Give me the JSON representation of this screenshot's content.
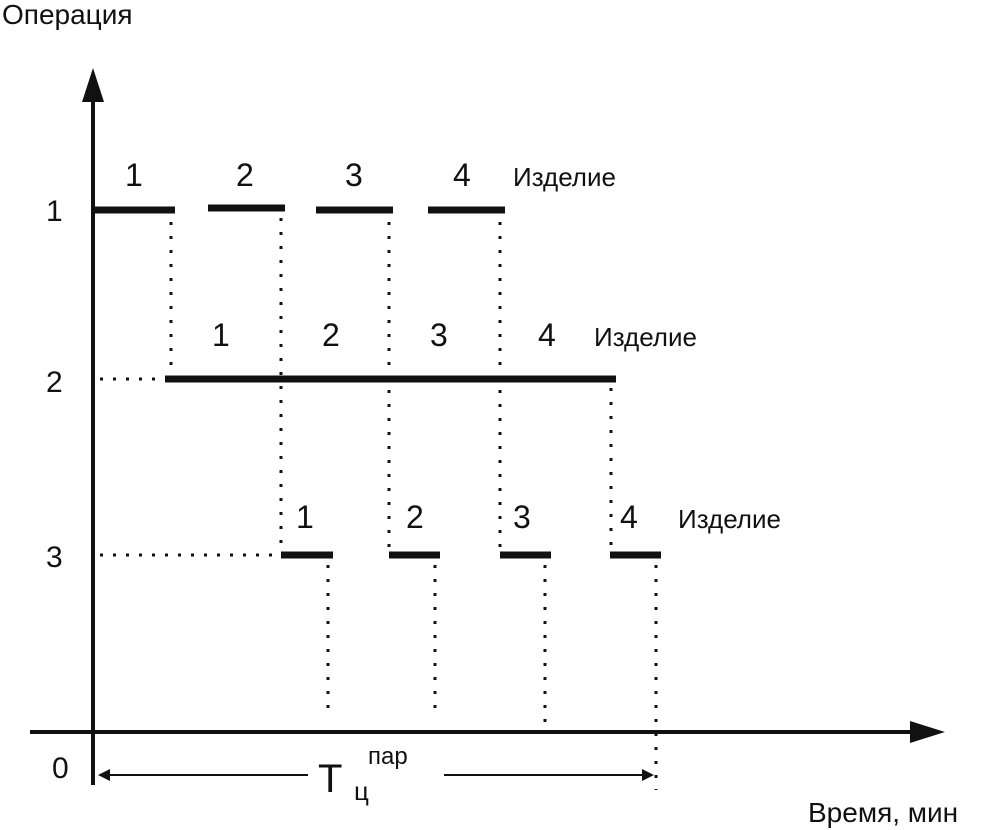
{
  "axes": {
    "y_title": "Операция",
    "x_title": "Время, мин",
    "origin_label": "0",
    "operations": [
      "1",
      "2",
      "3"
    ]
  },
  "rows": [
    {
      "operation": "1",
      "items": [
        "1",
        "2",
        "3",
        "4"
      ],
      "item_word": "Изделие"
    },
    {
      "operation": "2",
      "items": [
        "1",
        "2",
        "3",
        "4"
      ],
      "item_word": "Изделие"
    },
    {
      "operation": "3",
      "items": [
        "1",
        "2",
        "3",
        "4"
      ],
      "item_word": "Изделие"
    }
  ],
  "cycle": {
    "symbol": "T",
    "subscript": "ц",
    "superscript": "пар"
  },
  "colors": {
    "ink": "#111111",
    "background": "#ffffff"
  }
}
